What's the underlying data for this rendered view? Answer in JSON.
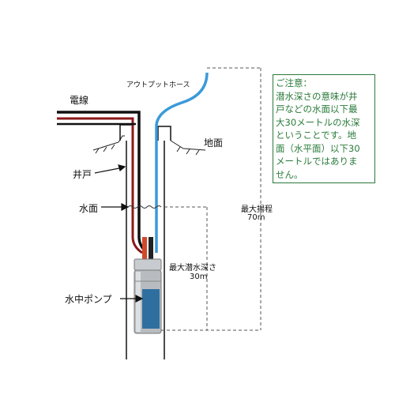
{
  "labels": {
    "outlet_hose": "アウトプットホース",
    "wire": "電線",
    "ground": "地面",
    "well": "井戸",
    "water_surface": "水面",
    "pump": "水中ポンプ",
    "max_depth_label": "最大潜水深さ",
    "max_depth_value": "30m",
    "max_head_label": "最大揚程",
    "max_head_value": "70m"
  },
  "notice": {
    "lines": [
      "ご注意：",
      "潜水深さの意味が井",
      "戸などの水面以下最",
      "大30メートルの水深",
      "ということです。地",
      "面（水平面）以下30",
      "メートルではありま",
      "せん。"
    ]
  },
  "colors": {
    "hose": "#3a9ad9",
    "wire_red": "#8b1a1a",
    "wire_black": "#111111",
    "notice_border": "#2a7a3a",
    "pump_body": "#b8bcc0",
    "pump_label": "#2f6fa0"
  }
}
